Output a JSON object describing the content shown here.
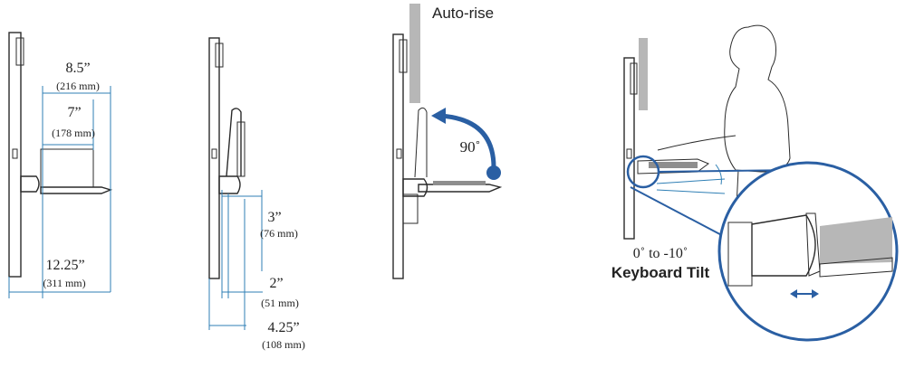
{
  "panel1": {
    "width_outer": "8.5”",
    "width_outer_mm": "(216 mm)",
    "width_inner": "7”",
    "width_inner_mm": "(178 mm)",
    "height": "12.25”",
    "height_mm": "(311 mm)"
  },
  "panel2": {
    "depth_a": "3”",
    "depth_a_mm": "(76 mm)",
    "depth_b": "2”",
    "depth_b_mm": "(51 mm)",
    "depth_total": "4.25”",
    "depth_total_mm": "(108 mm)"
  },
  "panel3": {
    "title": "Auto-rise",
    "angle": "90˚"
  },
  "panel4": {
    "tilt_range": "0˚ to -10˚",
    "caption": "Keyboard Tilt"
  },
  "colors": {
    "accent": "#2a5fa3",
    "dimension_line": "#2f7fb5",
    "monitor_grey": "#b7b7b7"
  }
}
